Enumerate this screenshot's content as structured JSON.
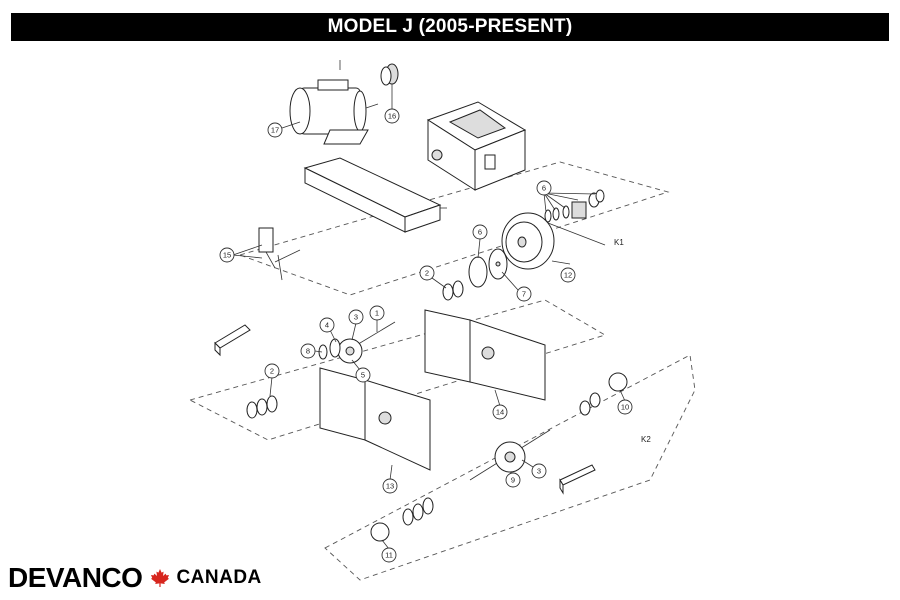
{
  "title": "MODEL J (2005-PRESENT)",
  "callouts": {
    "c1": "1",
    "c2a": "2",
    "c2b": "2",
    "c3a": "3",
    "c3b": "3",
    "c4": "4",
    "c5": "5",
    "c6a": "6",
    "c6b": "6",
    "c7": "7",
    "c8": "8",
    "c9": "9",
    "c10": "10",
    "c11": "11",
    "c12": "12",
    "c13": "13",
    "c14": "14",
    "c15": "15",
    "c16": "16",
    "c17": "17"
  },
  "kits": {
    "k1": "K1",
    "k2": "K2"
  },
  "brand": {
    "name": "DEVANCO",
    "country": "CANADA",
    "leaf_color": "#d7261e"
  }
}
